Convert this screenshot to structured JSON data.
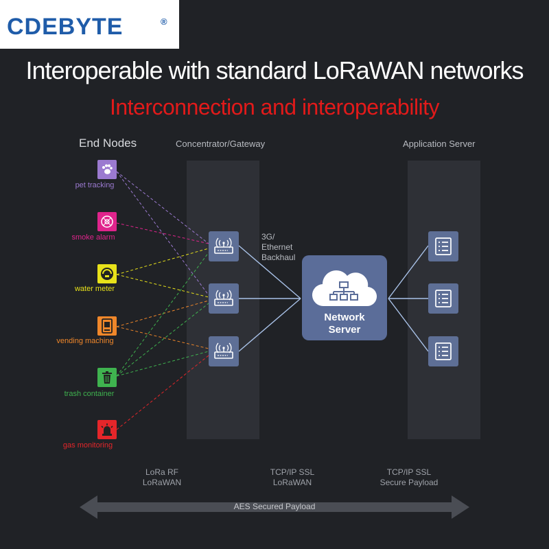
{
  "brand": {
    "name": "CDEBYTE",
    "reg": "®",
    "color": "#1f5ca9"
  },
  "headline": "Interoperable with standard LoRaWAN networks",
  "subhead": "Interconnection and interoperability",
  "columns": {
    "end_nodes": "End Nodes",
    "gateway": "Concentrator/Gateway",
    "app_server": "Application Server"
  },
  "nodes": [
    {
      "label": "pet tracking",
      "color": "#9b7ad0",
      "icon": "paw-icon"
    },
    {
      "label": "smoke alarm",
      "color": "#e0248c",
      "icon": "smoke-detector-icon"
    },
    {
      "label": "water meter",
      "color": "#e8e21a",
      "icon": "meter-icon"
    },
    {
      "label": "vending maching",
      "color": "#f0872a",
      "icon": "vending-machine-icon"
    },
    {
      "label": "trash container",
      "color": "#3fb34f",
      "icon": "trash-icon"
    },
    {
      "label": "gas monitoring",
      "color": "#e5262a",
      "icon": "alarm-light-icon"
    }
  ],
  "backhaul": "3G/\nEthernet\nBackhaul",
  "network_server": {
    "label": "Network\nServer",
    "icon": "cloud-network-icon"
  },
  "gateway_icon": "gateway-router-icon",
  "server_icon": "server-list-icon",
  "protocols": [
    "LoRa RF\nLoRaWAN",
    "TCP/IP SSL\nLoRaWAN",
    "TCP/IP SSL\nSecure Payload"
  ],
  "arrow_label": "AES Secured Payload",
  "colors": {
    "background": "#202226",
    "band": "#2e3036",
    "device_blue": "#5e6f96",
    "link": "#a9c2e8",
    "subhead": "#e21a1a"
  }
}
